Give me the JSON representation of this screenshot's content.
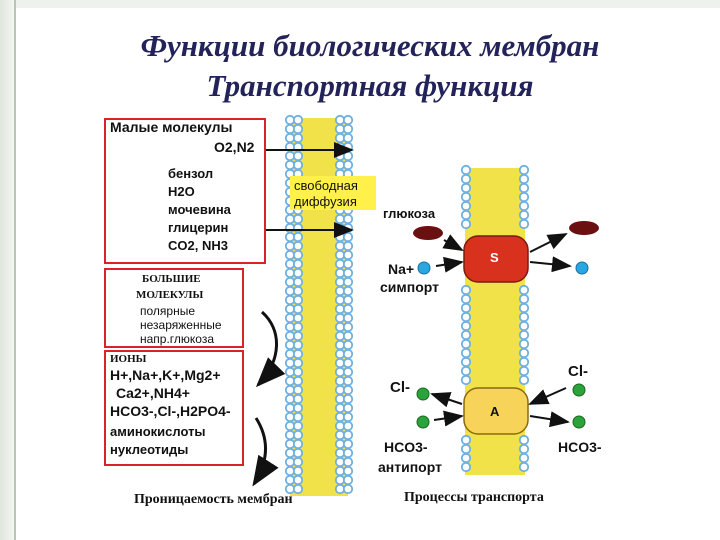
{
  "title": {
    "line1": "Функции биологических мембран",
    "line2": "Транспортная функция"
  },
  "small_molecules": {
    "header": "Малые молекулы",
    "o2n2": "O2,N2",
    "items": [
      "бензол",
      "H2O",
      "мочевина",
      "глицерин",
      "CO2, NH3"
    ]
  },
  "free_diffusion": {
    "line1": "свободная",
    "line2": "диффузия"
  },
  "large_molecules": {
    "header1": "БОЛЬШИЕ",
    "header2": "МОЛЕКУЛЫ",
    "lines": [
      "полярные",
      "незаряженные",
      "напр.глюкоза"
    ]
  },
  "ions": {
    "header": "ИОНЫ",
    "line1": "H+,Na+,K+,Mg2+",
    "line2": "Ca2+,NH4+",
    "line3": "HCO3-,Cl-,H2PO4-",
    "line4": "аминокислоты",
    "line5": "нуклеотиды"
  },
  "permeability_caption": "Проницаемость мембран",
  "transport_caption": "Процессы транспорта",
  "symport": {
    "glucose": "глюкоза",
    "na": "Na+",
    "label": "симпорт",
    "carrier": "S"
  },
  "antiport": {
    "cl_left": "Cl-",
    "cl_right": "Cl-",
    "hco3_left": "HCO3-",
    "hco3_right": "HCO3-",
    "label": "антипорт",
    "carrier": "A"
  },
  "colors": {
    "title": "#23235a",
    "box_border": "#d8232a",
    "lipid_head": "#6fb0e0",
    "lipid_tail": "#f2e24a",
    "carrier_s": "#d8321e",
    "carrier_a": "#f7d35a",
    "glucose": "#6b1010",
    "na_ion": "#2aa6e0",
    "cl_ion": "#2aa43a",
    "highlight": "#fff04a"
  }
}
